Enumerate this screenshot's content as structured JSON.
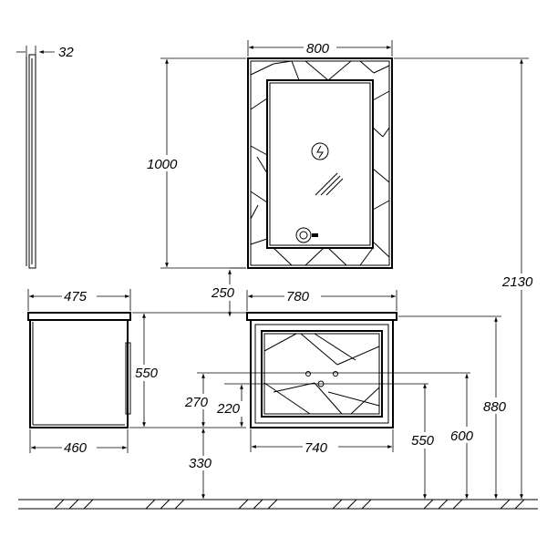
{
  "drawing": {
    "dimensions": {
      "mirror_depth": "32",
      "mirror_width": "800",
      "mirror_height": "1000",
      "total_height": "2130",
      "gap_mirror_cabinet": "250",
      "cabinet_top_width": "780",
      "cabinet_depth_top": "475",
      "cabinet_height": "550",
      "pipe_height_1": "270",
      "pipe_height_2": "220",
      "cabinet_depth_bottom": "460",
      "cabinet_body_width": "740",
      "floor_clearance": "330",
      "drain_height_550": "550",
      "drain_height_600": "600",
      "cabinet_top_height": "880"
    },
    "icons": {
      "light": "power-symbol-icon",
      "touch_switch": "touch-switch-icon"
    }
  }
}
